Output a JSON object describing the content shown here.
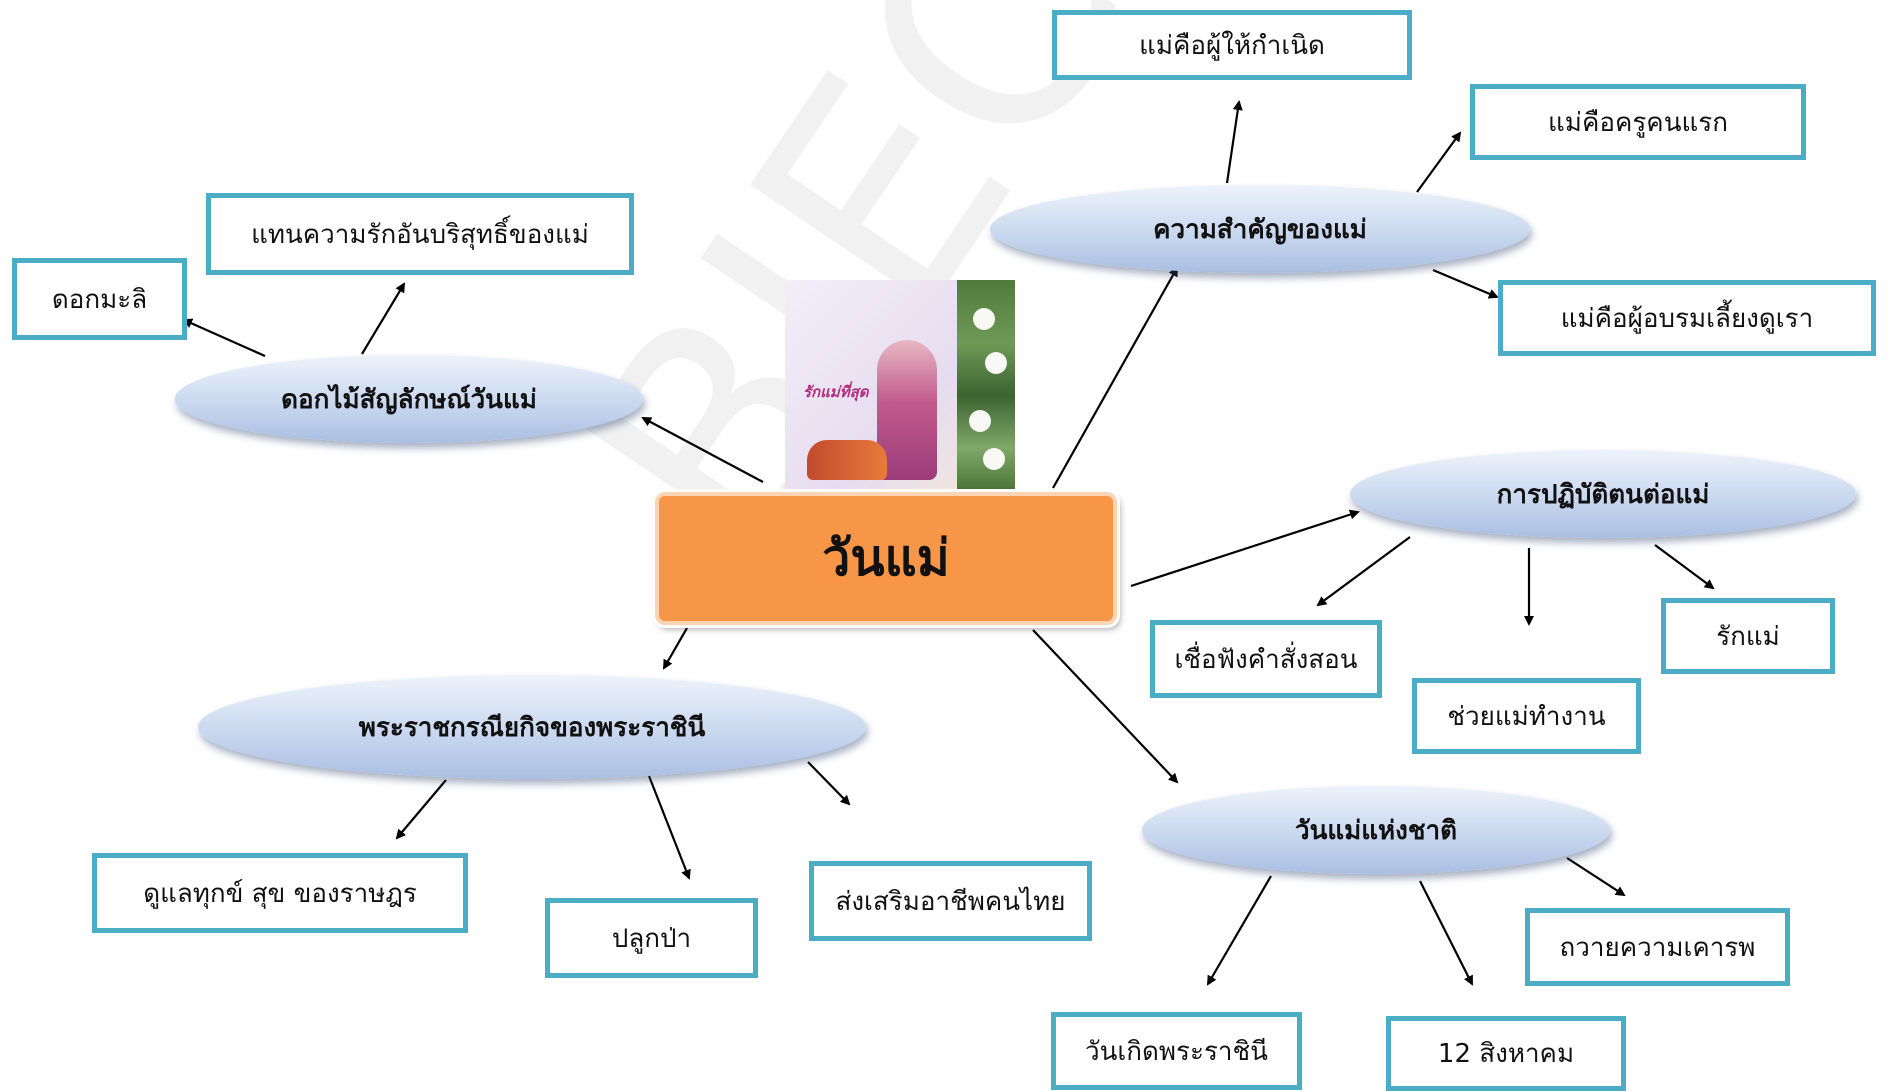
{
  "center": {
    "title": "วันแม่",
    "image_caption": "รักแม่ที่สุด"
  },
  "branches": {
    "flower": {
      "label": "ดอกไม้สัญลักษณ์วันแม่",
      "items": [
        "ดอกมะลิ",
        "แทนความรักอันบริสุทธิ์ของแม่"
      ]
    },
    "importance": {
      "label": "ความสำคัญของแม่",
      "items": [
        "แม่คือผู้ให้กำเนิด",
        "แม่คือครูคนแรก",
        "แม่คือผู้อบรมเลี้ยงดูเรา"
      ]
    },
    "practice": {
      "label": "การปฏิบัติตนต่อแม่",
      "items": [
        "เชื่อฟังคำสั่งสอน",
        "ช่วยแม่ทำงาน",
        "รักแม่"
      ]
    },
    "national": {
      "label": "วันแม่แห่งชาติ",
      "items": [
        "วันเกิดพระราชินี",
        "12 สิงหาคม",
        "ถวายความเคารพ"
      ]
    },
    "royal": {
      "label": "พระราชกรณียกิจของพระราชินี",
      "items": [
        "ดูแลทุกข์ สุข ของราษฎร",
        "ปลูกป่า",
        "ส่งเสริมอาชีพคนไทย"
      ]
    }
  },
  "watermark": "BIEC Thailand",
  "colors": {
    "box_border": "#4bacc6",
    "center_fill": "#f79646",
    "oval_fill": "#c9d8ef"
  }
}
